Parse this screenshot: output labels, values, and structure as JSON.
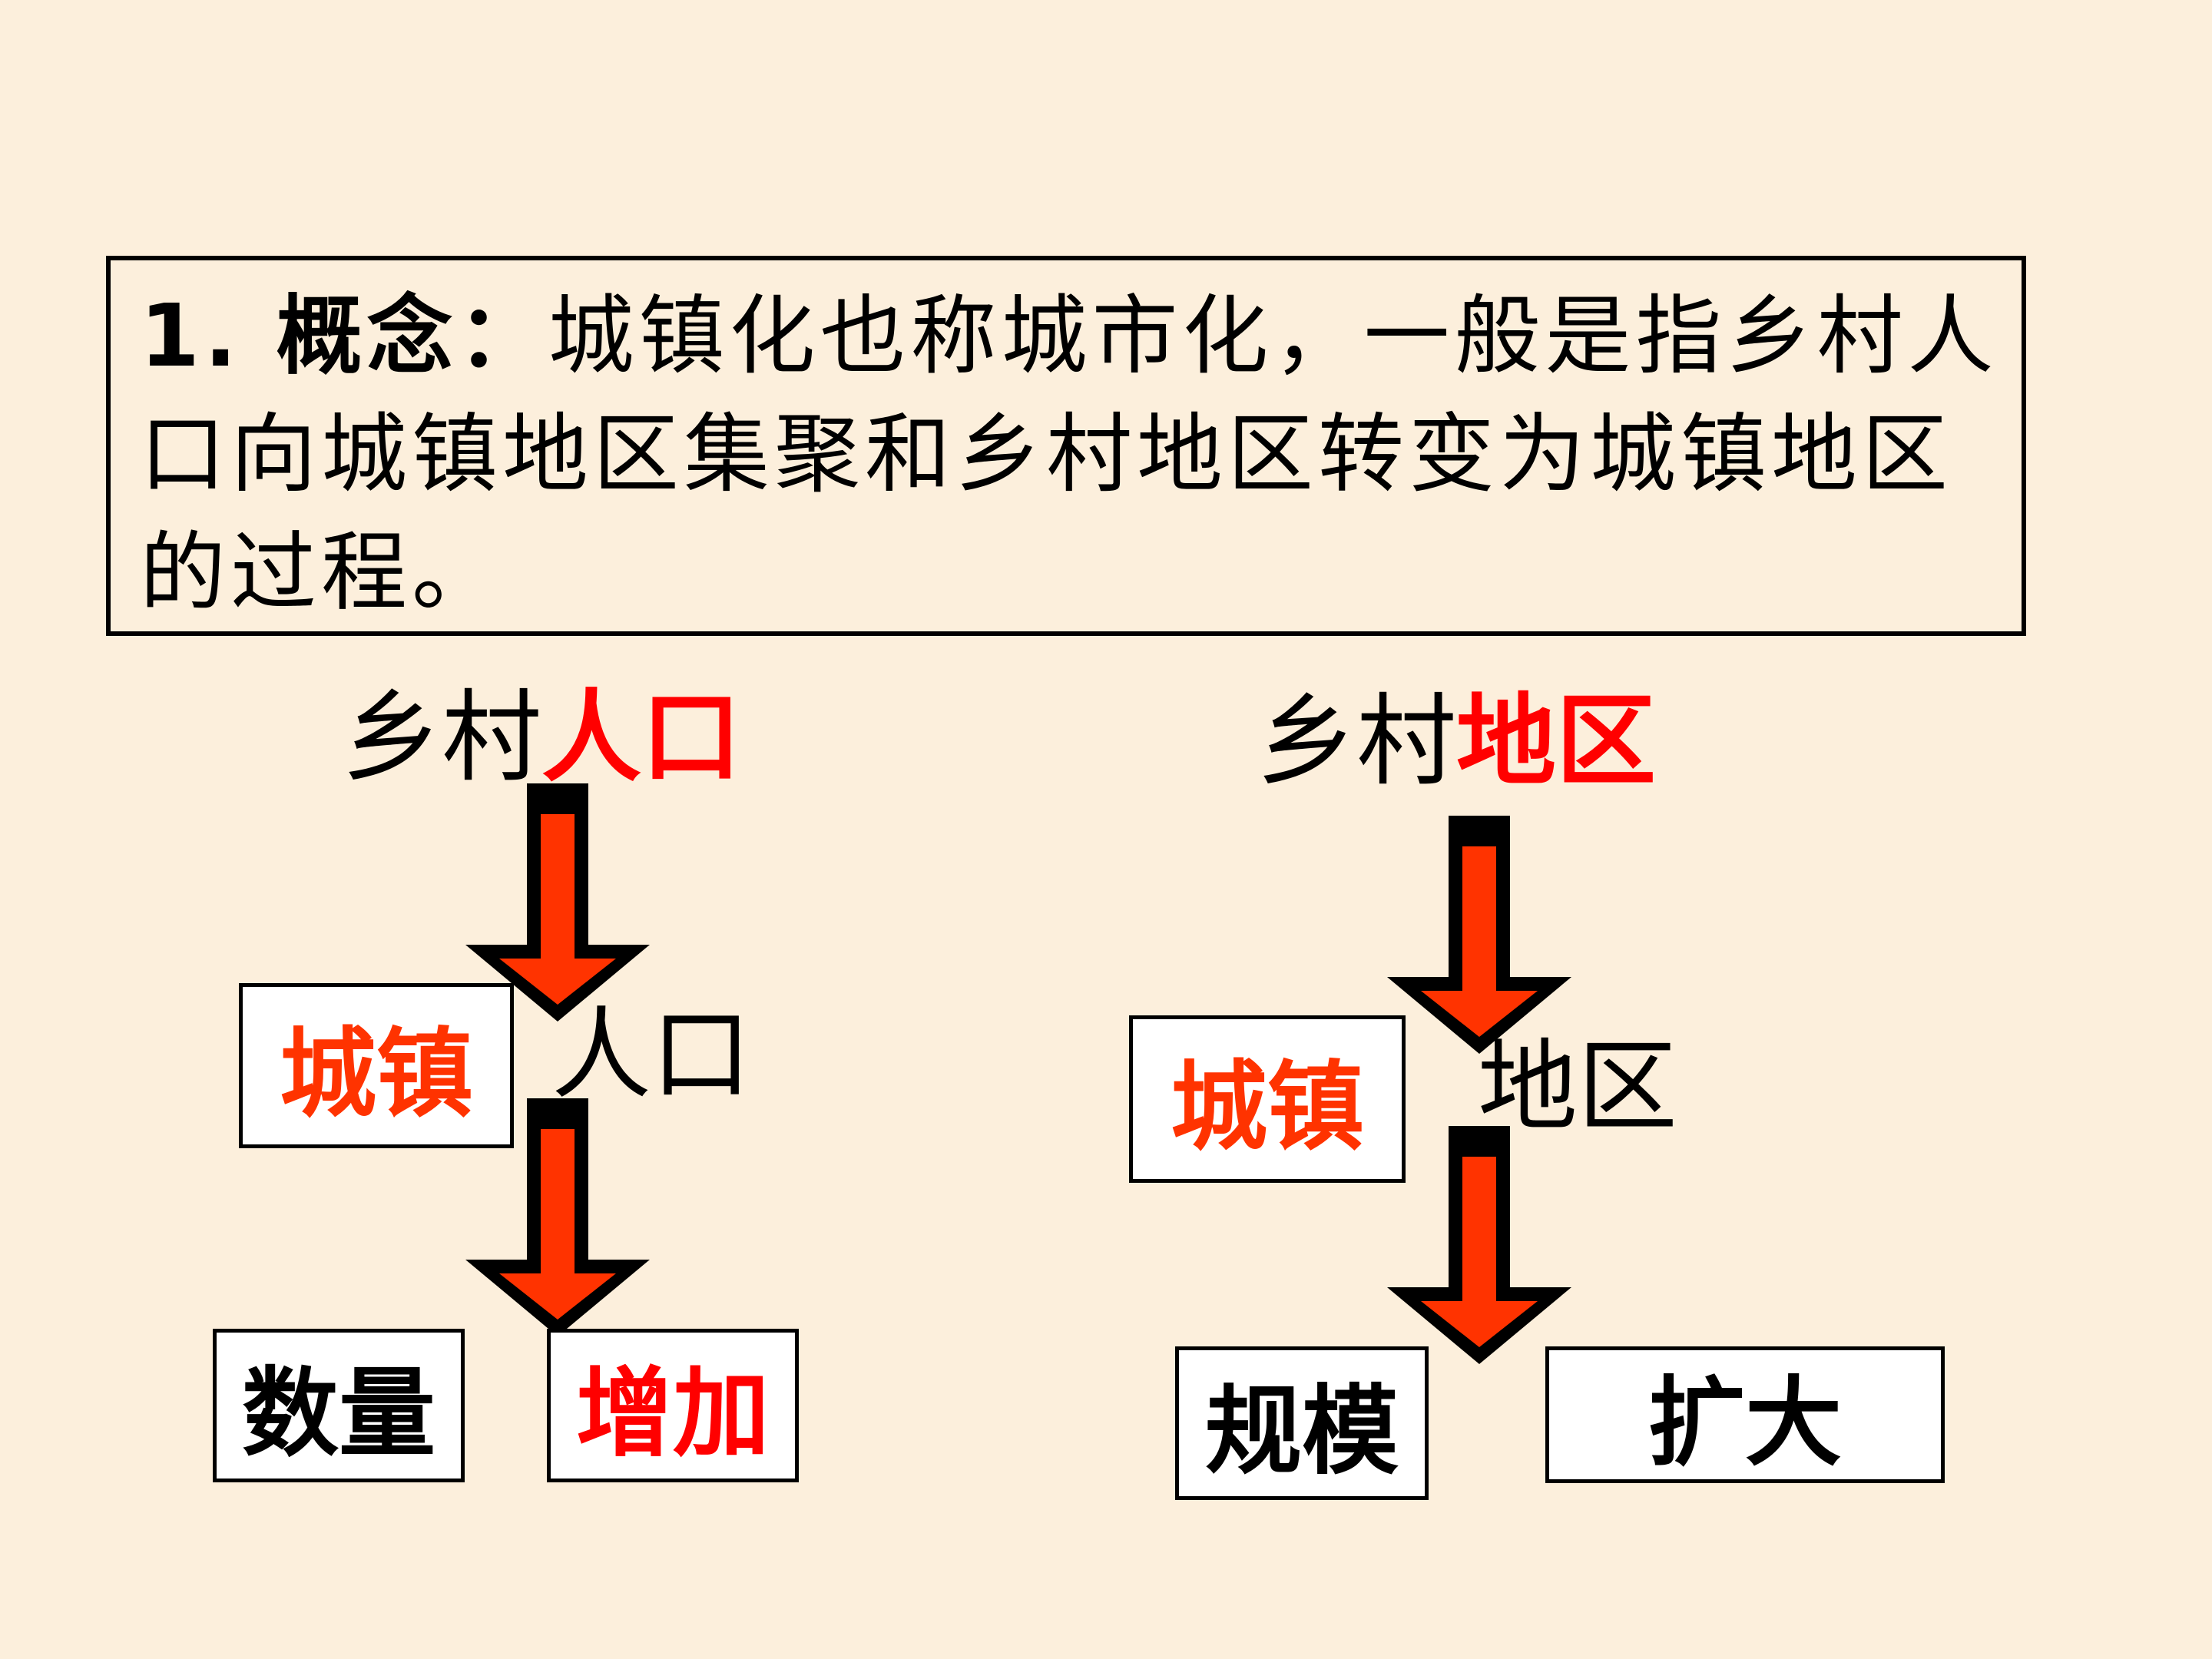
{
  "concept": {
    "title": "1. 概念：",
    "body": "城镇化也称城市化，一般是指乡村人口向城镇地区集聚和乡村地区转变为城镇地区的过程。"
  },
  "left_flow": {
    "top_prefix": "乡村",
    "top_highlight": "人口",
    "mid_box": "城镇",
    "mid_label": "人口",
    "bottom_left": "数量",
    "bottom_right": "增加"
  },
  "right_flow": {
    "top_prefix": "乡村",
    "top_highlight": "地区",
    "mid_box": "城镇",
    "mid_label": "地区",
    "bottom_left": "规模",
    "bottom_right": "扩大"
  },
  "colors": {
    "background": "#FCEFDC",
    "arrow_fill": "#FF3300",
    "highlight": "#FF0000"
  }
}
